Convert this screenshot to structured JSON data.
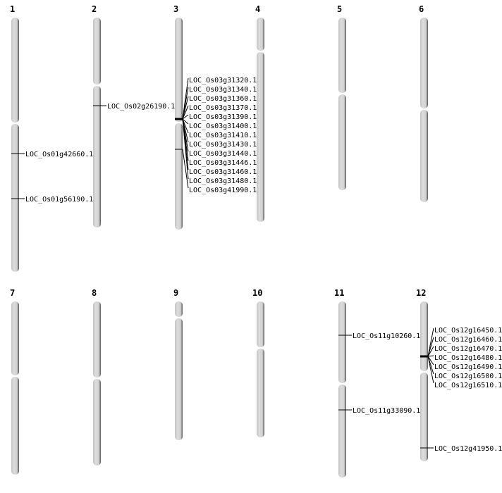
{
  "chromosomes": [
    {
      "label": "1",
      "genes": [
        "LOC_Os01g42660.1",
        "LOC_Os01g56190.1"
      ]
    },
    {
      "label": "2",
      "genes": [
        "LOC_Os02g26190.1"
      ]
    },
    {
      "label": "3",
      "genes": [
        "LOC_Os03g31320.1",
        "LOC_Os03g31340.1",
        "LOC_Os03g31360.1",
        "LOC_Os03g31370.1",
        "LOC_Os03g31390.1",
        "LOC_Os03g31400.1",
        "LOC_Os03g31410.1",
        "LOC_Os03g31430.1",
        "LOC_Os03g31440.1",
        "LOC_Os03g31446.1",
        "LOC_Os03g31460.1",
        "LOC_Os03g31480.1",
        "LOC_Os03g41990.1"
      ]
    },
    {
      "label": "4",
      "genes": []
    },
    {
      "label": "5",
      "genes": []
    },
    {
      "label": "6",
      "genes": []
    },
    {
      "label": "7",
      "genes": []
    },
    {
      "label": "8",
      "genes": []
    },
    {
      "label": "9",
      "genes": []
    },
    {
      "label": "10",
      "genes": []
    },
    {
      "label": "11",
      "genes": [
        "LOC_Os11g10260.1",
        "LOC_Os11g33090.1"
      ]
    },
    {
      "label": "12",
      "genes": [
        "LOC_Os12g16450.1",
        "LOC_Os12g16460.1",
        "LOC_Os12g16470.1",
        "LOC_Os12g16480.1",
        "LOC_Os12g16490.1",
        "LOC_Os12g16500.1",
        "LOC_Os12g16510.1",
        "LOC_Os12g41950.1"
      ]
    }
  ]
}
